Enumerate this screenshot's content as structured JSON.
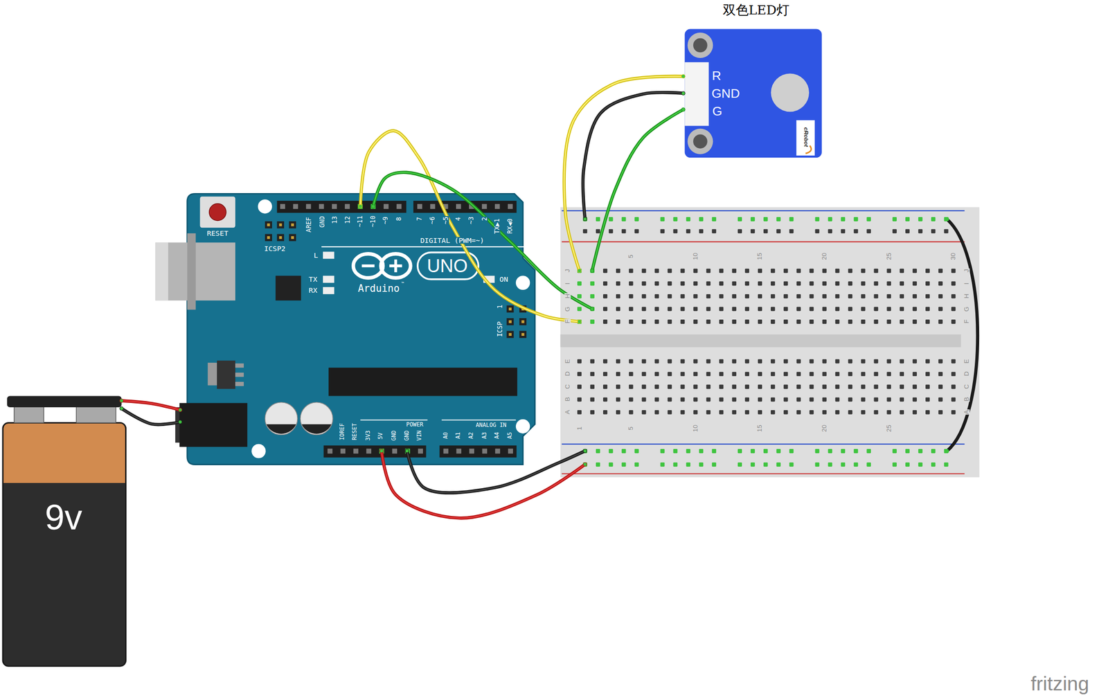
{
  "diagram": {
    "nodes": [
      {
        "text": [
          "双色LED灯",
          "R",
          "GND",
          "G",
          "cRobot"
        ]
      },
      {
        "text": [
          "RESET",
          "ICSP2",
          "AREF",
          "GND",
          "13",
          "12",
          "~11",
          "~10",
          "~9",
          "8",
          "7",
          "~6",
          "~5",
          "4",
          "~3",
          "2",
          "TX▶1",
          "RX◀0",
          "DIGITAL (PWM=~)",
          "L",
          "TX",
          "RX",
          "UNO",
          "Arduino",
          "™",
          "ON",
          "ICSP",
          "1",
          "IOREF",
          "RESET",
          "3V3",
          "5V",
          "GND",
          "GND",
          "VIN",
          "POWER",
          "ANALOG IN",
          "A0",
          "A1",
          "A2",
          "A3",
          "A4",
          "A5"
        ]
      },
      {
        "text": [
          "5",
          "10",
          "15",
          "20",
          "25",
          "30",
          "J",
          "I",
          "H",
          "G",
          "F",
          "J",
          "I",
          "H",
          "G",
          "F",
          "E",
          "D",
          "C",
          "B",
          "A",
          "E",
          "D",
          "C",
          "B",
          "A",
          "1",
          "5",
          "10",
          "15",
          "20",
          "25"
        ]
      },
      {
        "text": [
          "9v"
        ]
      }
    ],
    "edges": [
      {
        "from": 1,
        "to": 2,
        "arrow": "none"
      },
      {
        "from": 1,
        "to": 2,
        "arrow": "none"
      },
      {
        "from": 2,
        "to": 0,
        "arrow": "none"
      },
      {
        "from": 2,
        "to": 0,
        "arrow": "none"
      },
      {
        "from": 2,
        "to": 0,
        "arrow": "none"
      },
      {
        "from": 1,
        "to": 2,
        "arrow": "none"
      },
      {
        "from": 1,
        "to": 2,
        "arrow": "none"
      },
      {
        "from": 3,
        "to": 1,
        "arrow": "none"
      },
      {
        "from": 3,
        "to": 1,
        "arrow": "none"
      }
    ],
    "labels": [
      "fritzing"
    ]
  }
}
